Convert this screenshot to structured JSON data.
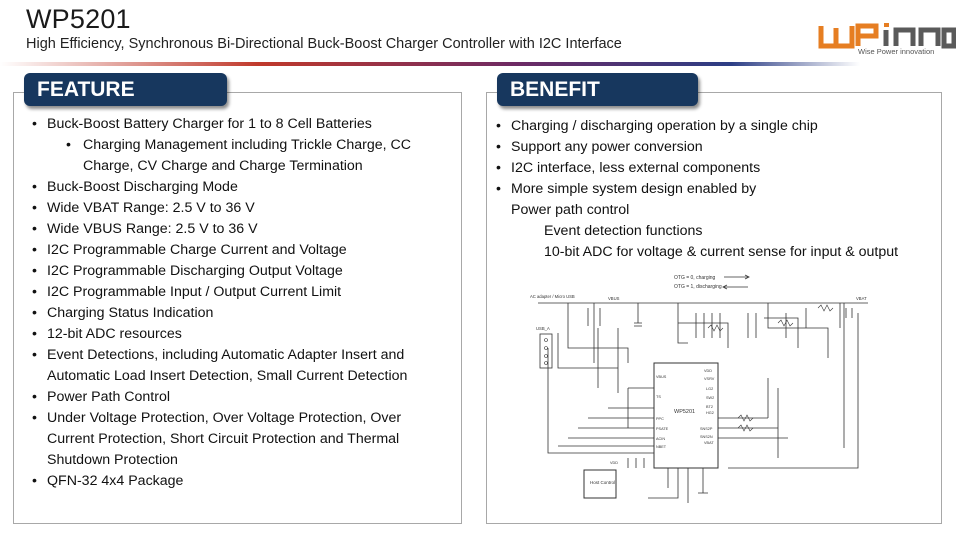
{
  "header": {
    "title": "WP5201",
    "subtitle": "High Efficiency, Synchronous Bi-Directional Buck-Boost Charger Controller with I2C Interface",
    "logo_tagline": "Wise Power innovation"
  },
  "colors": {
    "tab_bg": "#17375e",
    "logo_orange": "#e67e22",
    "logo_gray": "#5a5a5a"
  },
  "feature": {
    "heading": "FEATURE",
    "items": [
      "Buck-Boost Battery Charger for 1 to 8 Cell Batteries",
      "Charging Management including Trickle Charge, CC",
      "Charge, CV Charge and Charge Termination",
      "Buck-Boost Discharging Mode",
      "Wide VBAT Range: 2.5 V to 36 V",
      "Wide VBUS Range: 2.5 V to 36 V",
      "I2C Programmable Charge Current and Voltage",
      "I2C Programmable Discharging Output Voltage",
      "I2C Programmable Input / Output Current Limit",
      "Charging Status Indication",
      "12-bit ADC resources",
      "Event Detections, including Automatic Adapter Insert and",
      "Automatic Load Insert Detection, Small Current Detection",
      "Power Path Control",
      "Under Voltage Protection, Over Voltage Protection, Over",
      "Current Protection, Short Circuit Protection and Thermal",
      "Shutdown Protection",
      "QFN-32 4x4 Package"
    ]
  },
  "benefit": {
    "heading": "BENEFIT",
    "items": [
      "Charging / discharging operation by a single chip",
      "Support any power conversion",
      "I2C interface, less external components",
      "More simple system design enabled by",
      "Power path control",
      "Event detection functions",
      "10-bit ADC for voltage & current sense for input & output"
    ]
  },
  "diagram": {
    "otg_charging": "OTG = 0, charging",
    "otg_discharging": "OTG = 1, discharging",
    "adapter": "AC adapter / Micro USB",
    "usb_a": "USB_A",
    "vbus": "VBUS",
    "vbat": "VBAT",
    "chip": "WP5201",
    "host": "Host Control",
    "pin_vbus": "VBUS",
    "pin_ts": "TS",
    "pin_ppc": "PPC",
    "pin_psate": "PSATE",
    "pin_acin": "ACIN",
    "pin_nbet": "NBET",
    "pin_vdd": "VDD",
    "pin_vsrv": "VSRV",
    "pin_lg2": "LG2",
    "pin_sw2": "SW2",
    "pin_bt2": "BT2",
    "pin_hg2": "HG2",
    "pin_snsp": "SNS2P",
    "pin_snsn": "SNS2N",
    "pin_vbatp": "VBAT",
    "pin_vdd_top": "VDD"
  }
}
